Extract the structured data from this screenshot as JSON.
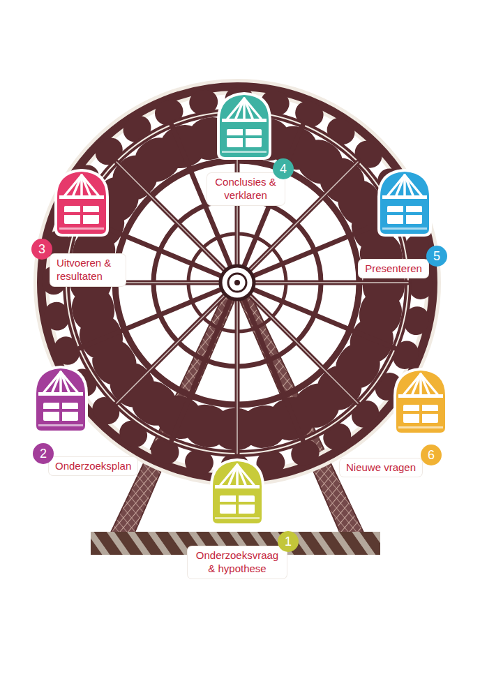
{
  "diagram": {
    "nodes": [
      {
        "text": [
          "1"
        ]
      },
      {
        "text": [
          "Onderzoeksvraag & hypothese"
        ]
      },
      {
        "text": [
          "2"
        ]
      },
      {
        "text": [
          "Onderzoeksplan"
        ]
      },
      {
        "text": [
          "3"
        ]
      },
      {
        "text": [
          "Uitvoeren & resultaten"
        ]
      },
      {
        "text": [
          "4"
        ]
      },
      {
        "text": [
          "Conclusies & verklaren"
        ]
      },
      {
        "text": [
          "5"
        ]
      },
      {
        "text": [
          "Presenteren"
        ]
      },
      {
        "text": [
          "6"
        ]
      },
      {
        "text": [
          "Nieuwe vragen"
        ]
      }
    ]
  }
}
